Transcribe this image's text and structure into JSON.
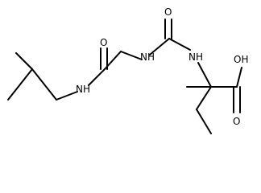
{
  "molecule": {
    "atom_labels": {
      "nh_left": "NH",
      "o_amide": "O",
      "nh_mid": "NH",
      "o_urea": "O",
      "nh_right": "NH",
      "oh": "OH",
      "o_acid": "O"
    }
  },
  "colors": {
    "background": "#ffffff",
    "bond": "#000000",
    "text": "#000000"
  }
}
